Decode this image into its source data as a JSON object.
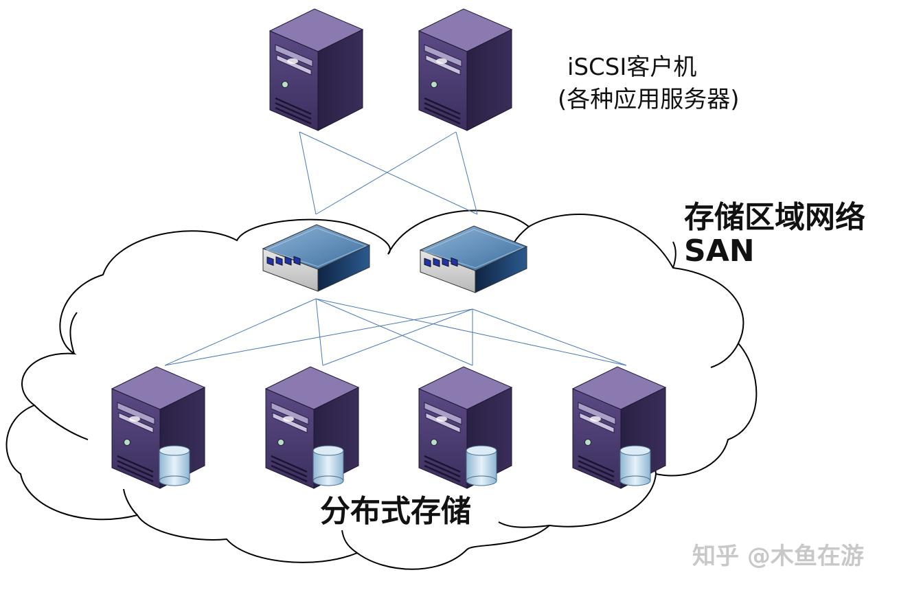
{
  "labels": {
    "client_line1": "iSCSI客户机",
    "client_line2": "(各种应用服务器)",
    "san_line1": "存储区域网络",
    "san_line2": "SAN",
    "storage": "分布式存储",
    "watermark": "知乎 @木鱼在游"
  },
  "colors": {
    "server_front": "#4a3a6e",
    "server_side": "#2d2348",
    "server_top": "#7a6aa0",
    "link_line": "#4a78b8",
    "switch_top": "#5a8ab8",
    "disk": "#b8d8ec"
  },
  "nodes": {
    "clients": [
      "server-icon",
      "server-icon"
    ],
    "switches": [
      "switch-icon",
      "switch-icon"
    ],
    "storage_nodes": [
      "storage-server-icon",
      "storage-server-icon",
      "storage-server-icon",
      "storage-server-icon"
    ]
  }
}
